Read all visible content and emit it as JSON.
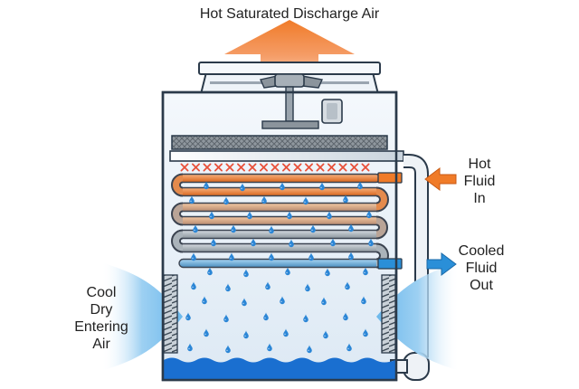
{
  "diagram": {
    "title": "Hot Saturated Discharge Air",
    "hot_fluid_in": [
      "Hot",
      "Fluid",
      "In"
    ],
    "cooled_fluid_out": [
      "Cooled",
      "Fluid",
      "Out"
    ],
    "cool_air_in": [
      "Cool",
      "Dry",
      "Entering",
      "Air"
    ]
  },
  "colors": {
    "hot": "#f07b28",
    "cold": "#2a8fd8",
    "casing": "#e9f1f8",
    "outline": "#2b3a4a",
    "water": "#1a6fd0",
    "mesh": "#7d858c",
    "fill_x": "#e8503a"
  }
}
